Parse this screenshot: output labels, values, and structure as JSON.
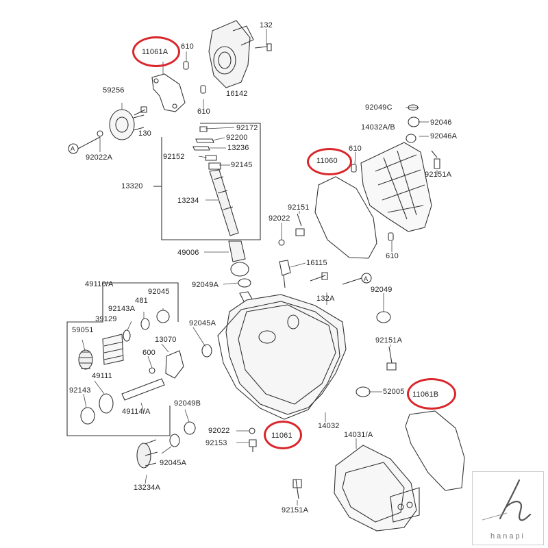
{
  "callout_color": "#d9262b",
  "part_numbers": {
    "p132": "132",
    "p610_top": "610",
    "p11061A": "11061A",
    "p16142": "16142",
    "p610_mid": "610",
    "p59256": "59256",
    "p130": "130",
    "pA_left": "A",
    "p92022A": "92022A",
    "p92172": "92172",
    "p92200": "92200",
    "p13236": "13236",
    "p92152": "92152",
    "p92145": "92145",
    "p13320": "13320",
    "p13234": "13234",
    "p49006": "49006",
    "p92049A": "92049A",
    "p16115": "16115",
    "p132A": "132A",
    "p92022_mid": "92022",
    "p92151": "92151",
    "p92049C": "92049C",
    "p92046": "92046",
    "p14032A_B": "14032A/B",
    "p92046A": "92046A",
    "p92151A_top": "92151A",
    "p11060": "11060",
    "p610_right": "610",
    "p610_lower": "610",
    "pA_mid": "A",
    "p92049": "92049",
    "p92151A_mid": "92151A",
    "p49110_A": "49110/A",
    "p92045_top": "92045",
    "p92143A": "92143A",
    "p481": "481",
    "p39129": "39129",
    "p59051": "59051",
    "p13070": "13070",
    "p600": "600",
    "p49111": "49111",
    "p92143": "92143",
    "p49114_A": "49114/A",
    "p92045A_mid": "92045A",
    "p92049B": "92049B",
    "p92022_low": "92022",
    "p92153": "92153",
    "p11061": "11061",
    "p14032": "14032",
    "p52005": "52005",
    "p11061B": "11061B",
    "p14031_A": "14031/A",
    "p92045A_low": "92045A",
    "p13234A": "13234A",
    "p92151A_low": "92151A"
  },
  "brand": {
    "name": "hanapi"
  }
}
